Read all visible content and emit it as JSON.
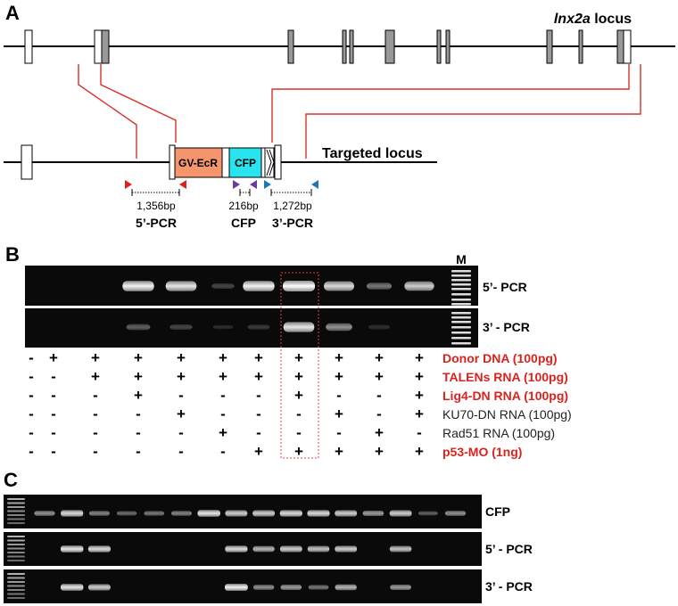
{
  "panel_a": {
    "panel_label": "A",
    "locus_title_gene": "lnx2a",
    "locus_title_suffix": " locus",
    "targeted_label": "Targeted locus",
    "cassette_gv": "GV-EcR",
    "cassette_cfp": "CFP",
    "pcr_5_size": "1,356bp",
    "pcr_5_name": "5’-PCR",
    "cfp_size": "216bp",
    "cfp_name": "CFP",
    "pcr_3_size": "1,272bp",
    "pcr_3_name": "3’-PCR",
    "colors": {
      "gv_fill": "#f4956e",
      "cfp_fill": "#29e4ee",
      "crossover": "#d9312b",
      "primer_red": "#d9231e",
      "primer_purple": "#6a3d9a",
      "primer_blue": "#1f78b4"
    }
  },
  "panel_b": {
    "panel_label": "B",
    "marker_label": "M",
    "gel_labels": [
      "5’- PCR",
      "3’ - PCR"
    ],
    "rows": [
      {
        "label": "Donor DNA (100pg)",
        "red": true,
        "signs": [
          "-",
          "+",
          "+",
          "+",
          "+",
          "+",
          "+",
          "+",
          "+",
          "+",
          "+"
        ]
      },
      {
        "label": "TALENs RNA (100pg)",
        "red": true,
        "signs": [
          "-",
          "-",
          "+",
          "+",
          "+",
          "+",
          "+",
          "+",
          "+",
          "+",
          "+"
        ]
      },
      {
        "label": "Lig4-DN RNA (100pg)",
        "red": true,
        "signs": [
          "-",
          "-",
          "-",
          "+",
          "-",
          "-",
          "-",
          "+",
          "-",
          "-",
          "+"
        ]
      },
      {
        "label": "KU70-DN RNA (100pg)",
        "red": false,
        "signs": [
          "-",
          "-",
          "-",
          "-",
          "+",
          "-",
          "-",
          "-",
          "+",
          "-",
          "+"
        ]
      },
      {
        "label": "Rad51 RNA (100pg)",
        "red": false,
        "signs": [
          "-",
          "-",
          "-",
          "-",
          "-",
          "+",
          "-",
          "-",
          "-",
          "+",
          "-"
        ]
      },
      {
        "label": "p53-MO (1ng)",
        "red": true,
        "signs": [
          "-",
          "-",
          "-",
          "-",
          "-",
          "-",
          "+",
          "+",
          "+",
          "+",
          "+"
        ]
      }
    ],
    "band_intensity": {
      "pcr5": [
        0,
        0,
        0,
        0.95,
        0.9,
        0.25,
        0.95,
        1.0,
        0.85,
        0.45,
        0.8
      ],
      "pcr3": [
        0,
        0,
        0,
        0.35,
        0.25,
        0.05,
        0.2,
        0.9,
        0.55,
        0.15,
        0
      ]
    },
    "highlight_color": "#e0463c"
  },
  "panel_c": {
    "panel_label": "C",
    "gel_labels": [
      "CFP",
      "5’ - PCR",
      "3’ - PCR"
    ],
    "band_intensity": {
      "cfp": [
        0.55,
        0.85,
        0.5,
        0.4,
        0.45,
        0.5,
        0.9,
        0.8,
        0.8,
        0.85,
        0.85,
        0.8,
        0.6,
        0.8,
        0.35,
        0.55
      ],
      "pcr5": [
        0,
        0.9,
        0.85,
        0,
        0,
        0,
        0,
        0.85,
        0.7,
        0.8,
        0.75,
        0.8,
        0,
        0.75,
        0,
        0
      ],
      "pcr3": [
        0,
        0.9,
        0.8,
        0,
        0,
        0,
        0,
        0.95,
        0.55,
        0.6,
        0.45,
        0.7,
        0,
        0.6,
        0,
        0
      ]
    }
  },
  "text_color_red": "#d9231e"
}
